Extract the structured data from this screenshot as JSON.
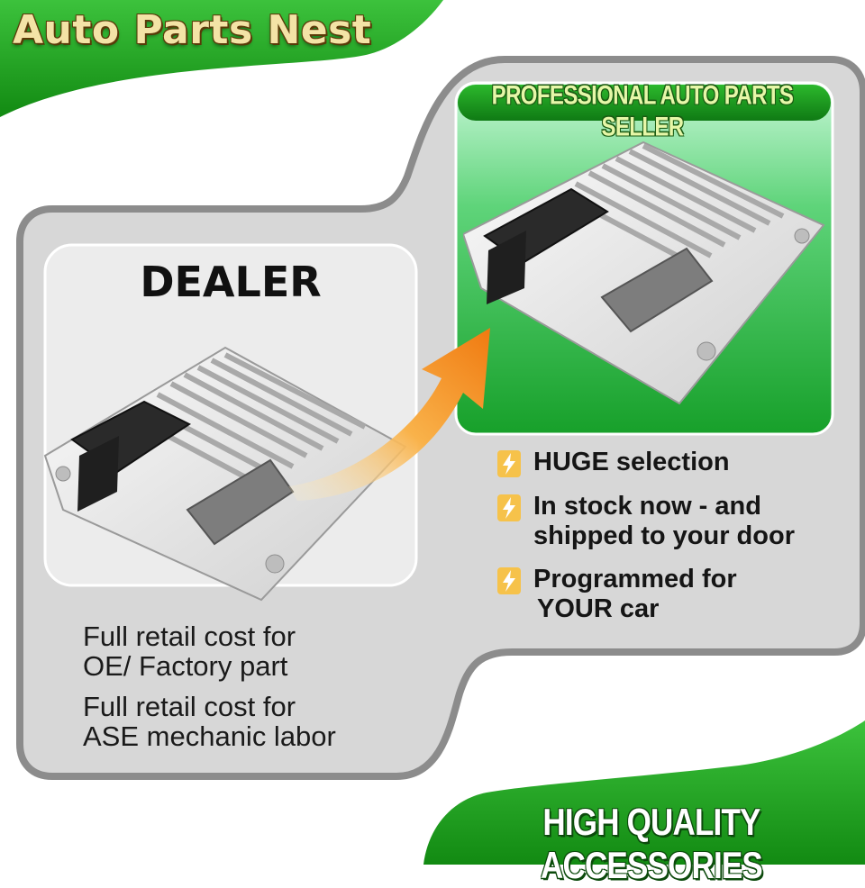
{
  "brand": {
    "name": "Auto Parts Nest"
  },
  "seller_panel": {
    "title": "PROFESSIONAL AUTO PARTS SELLER",
    "features": [
      {
        "icon": "lightning-icon",
        "lines": [
          "HUGE selection"
        ]
      },
      {
        "icon": "lightning-icon",
        "lines": [
          "In stock now - and",
          "shipped to your door"
        ]
      },
      {
        "icon": "lightning-icon",
        "lines": [
          "Programmed for",
          "YOUR car"
        ]
      }
    ]
  },
  "dealer_panel": {
    "title": "DEALER",
    "costs": [
      {
        "lines": [
          "Full retail cost for",
          "OE/ Factory part"
        ]
      },
      {
        "lines": [
          "Full retail cost for",
          "ASE mechanic labor"
        ]
      }
    ]
  },
  "footer": {
    "text": "HIGH QUALITY ACCESSORIES"
  },
  "colors": {
    "brand_green": "#1ea81e",
    "panel_gray": "#d6d6d6",
    "border_gray": "#8a8a8a",
    "arrow_orange": "#f7941d",
    "bolt_yellow": "#f6c24a"
  }
}
